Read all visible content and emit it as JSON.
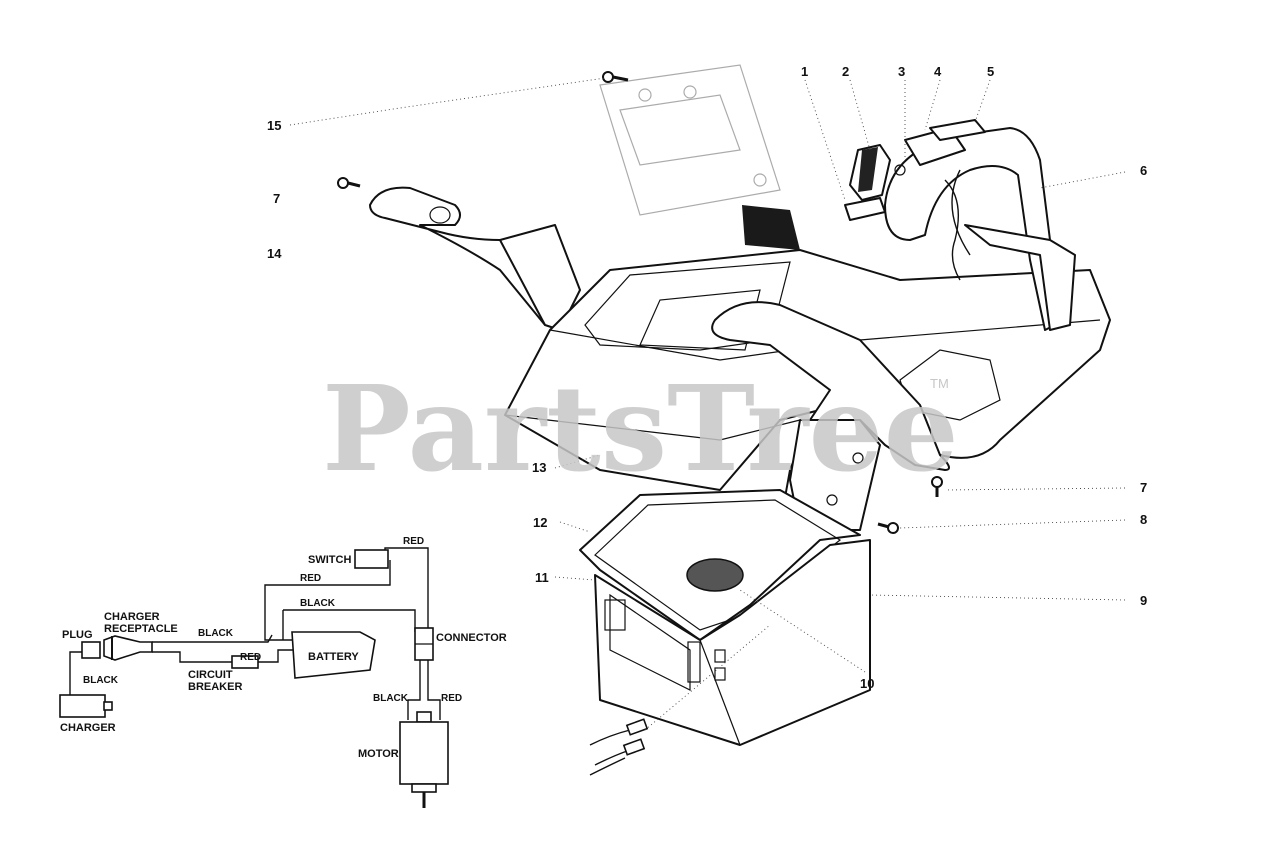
{
  "watermark": {
    "text": "PartsTree",
    "trademark": "TM"
  },
  "callouts": [
    "1",
    "2",
    "3",
    "4",
    "5",
    "6",
    "7",
    "14",
    "15",
    "13",
    "12",
    "11",
    "10",
    "9",
    "8",
    "7"
  ],
  "schematic": {
    "switch": "SWITCH",
    "red_top": "RED",
    "red_switch": "RED",
    "black_mid": "BLACK",
    "charger_receptacle_1": "CHARGER",
    "charger_receptacle_2": "RECEPTACLE",
    "black_left": "BLACK",
    "plug": "PLUG",
    "black_charger": "BLACK",
    "charger": "CHARGER",
    "red_breaker": "RED",
    "circuit_breaker_1": "CIRCUIT",
    "circuit_breaker_2": "BREAKER",
    "battery": "BATTERY",
    "connector": "CONNECTOR",
    "black_motor": "BLACK",
    "red_motor": "RED",
    "motor": "MOTOR"
  }
}
